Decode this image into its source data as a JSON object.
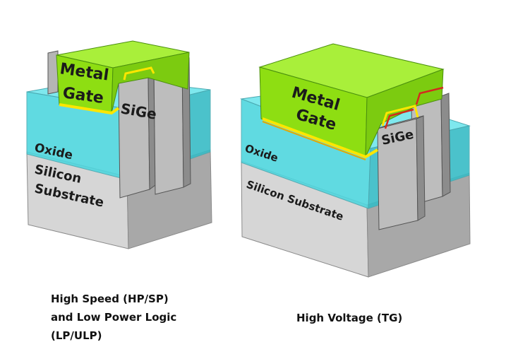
{
  "left_device": {
    "gate_label": [
      "Metal",
      "Gate"
    ],
    "sige_label": "SiGe",
    "oxide_label": "Oxide",
    "substrate_label": [
      "Silicon",
      "Substrate"
    ],
    "caption": [
      "High Speed (HP/SP)",
      "and  Low Power Logic",
      "(LP/ULP)"
    ]
  },
  "right_device": {
    "gate_label": [
      "Metal",
      "Gate"
    ],
    "sige_label": "SiGe",
    "oxide_label": "Oxide",
    "substrate_label": "Silicon Substrate",
    "caption": "High Voltage (TG)"
  },
  "colors": {
    "metal_gate": "#8ede12",
    "gate_liner": "#ffe600",
    "hv_oxide": "#d42a1e",
    "oxide": "#3fd3dc",
    "substrate": "#cfcfcf",
    "fin": "#b8b8b8"
  }
}
